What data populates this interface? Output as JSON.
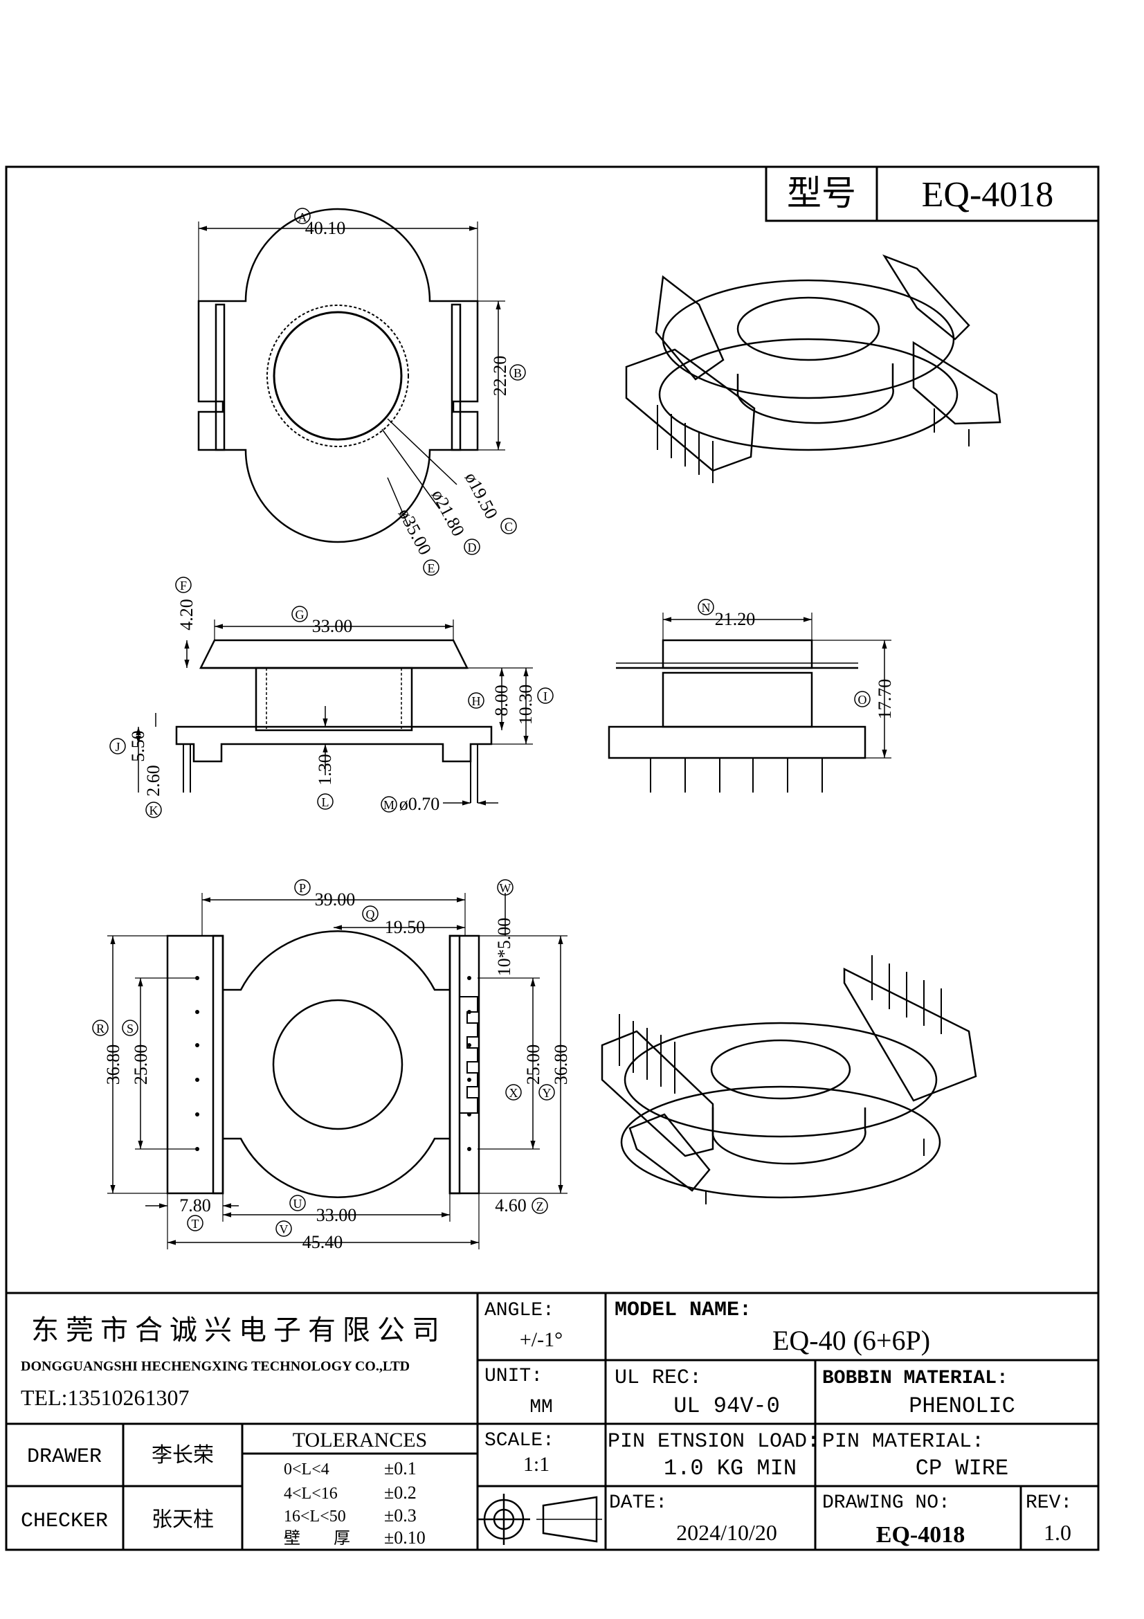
{
  "header": {
    "model_label": "型号",
    "model_value": "EQ-4018"
  },
  "top_view": {
    "dims": {
      "A": "40.10",
      "B": "22.20",
      "C": "ø19.50",
      "D": "ø21.80",
      "E": "ø35.00"
    },
    "letters": {
      "A": "A",
      "B": "B",
      "C": "C",
      "D": "D",
      "E": "E"
    }
  },
  "side_view": {
    "dims": {
      "F": "4.20",
      "G": "33.00",
      "H": "8.00",
      "I": "10.30",
      "J": "5.50",
      "K": "2.60",
      "L": "1.30",
      "M": "ø0.70"
    },
    "letters": {
      "F": "F",
      "G": "G",
      "H": "H",
      "I": "I",
      "J": "J",
      "K": "K",
      "L": "L",
      "M": "M"
    }
  },
  "front_view": {
    "dims": {
      "N": "21.20",
      "O": "17.70"
    },
    "letters": {
      "N": "N",
      "O": "O"
    }
  },
  "bottom_view": {
    "dims": {
      "P": "39.00",
      "Q": "19.50",
      "W": "10*5.00",
      "R": "36.80",
      "S": "25.00",
      "X": "25.00",
      "Y": "36.80",
      "T": "7.80",
      "U": "33.00",
      "Z": "4.60",
      "V": "45.40"
    },
    "letters": {
      "P": "P",
      "Q": "Q",
      "W": "W",
      "R": "R",
      "S": "S",
      "X": "X",
      "Y": "Y",
      "T": "T",
      "U": "U",
      "Z": "Z",
      "V": "V"
    }
  },
  "title_block": {
    "company_cn": "东 莞 市 合 诚 兴 电 子 有 限 公 司",
    "company_en": "DONGGUANGSHI HECHENGXING TECHNOLOGY CO.,LTD",
    "tel": "TEL:13510261307",
    "angle_label": "ANGLE:",
    "angle_value": "+/-1°",
    "model_name_label": "MODEL NAME:",
    "model_name_value": "EQ-40 (6+6P)",
    "unit_label": "UNIT:",
    "unit_value": "MM",
    "ul_label": "UL REC:",
    "ul_value": "UL 94V-0",
    "bobbin_label": "BOBBIN MATERIAL:",
    "bobbin_value": "PHENOLIC",
    "drawer_label": "DRAWER",
    "drawer_value": "李长荣",
    "checker_label": "CHECKER",
    "checker_value": "张天柱",
    "tol_title": "TOLERANCES",
    "tolerances": [
      {
        "range": "0<L<4",
        "value": "±0.1"
      },
      {
        "range": "4<L<16",
        "value": "±0.2"
      },
      {
        "range": "16<L<50",
        "value": "±0.3"
      },
      {
        "range": "壁　　厚",
        "value": "±0.10"
      }
    ],
    "scale_label": "SCALE:",
    "scale_value": "1:1",
    "pin_load_label": "PIN ETNSION LOAD:",
    "pin_load_value": "1.0 KG MIN",
    "pin_mat_label": "PIN MATERIAL:",
    "pin_mat_value": "CP WIRE",
    "date_label": "DATE:",
    "date_value": "2024/10/20",
    "drawing_no_label": "DRAWING NO:",
    "drawing_no_value": "EQ-4018",
    "rev_label": "REV:",
    "rev_value": "1.0"
  }
}
